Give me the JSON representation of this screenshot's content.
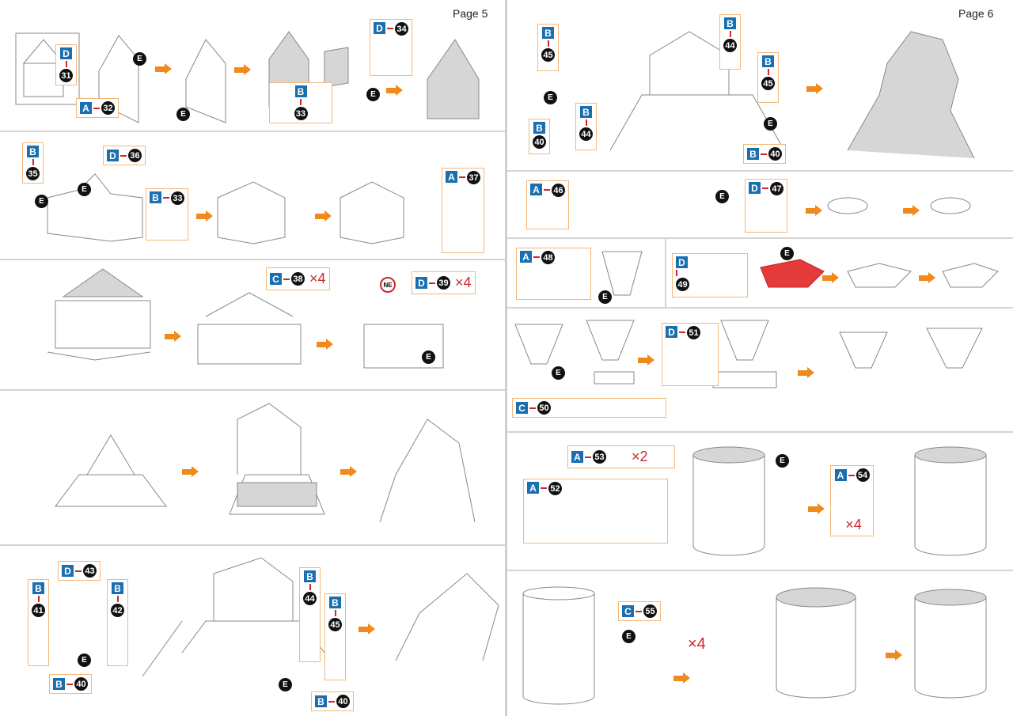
{
  "pages": [
    {
      "label": "Page 5"
    },
    {
      "label": "Page 6"
    }
  ],
  "callouts": {
    "c31": {
      "sheet": "D",
      "part": "31"
    },
    "c32": {
      "sheet": "A",
      "part": "32"
    },
    "c33a": {
      "sheet": "B",
      "part": "33"
    },
    "c34": {
      "sheet": "D",
      "part": "34"
    },
    "c35": {
      "sheet": "B",
      "part": "35"
    },
    "c36": {
      "sheet": "D",
      "part": "36"
    },
    "c33b": {
      "sheet": "B",
      "part": "33"
    },
    "c37": {
      "sheet": "A",
      "part": "37"
    },
    "c38": {
      "sheet": "C",
      "part": "38",
      "qty": "×4"
    },
    "c39": {
      "sheet": "D",
      "part": "39",
      "qty": "×4"
    },
    "c43": {
      "sheet": "D",
      "part": "43"
    },
    "c41": {
      "sheet": "B",
      "part": "41"
    },
    "c42": {
      "sheet": "B",
      "part": "42"
    },
    "c44a": {
      "sheet": "B",
      "part": "44"
    },
    "c45a": {
      "sheet": "B",
      "part": "45"
    },
    "c40a": {
      "sheet": "B",
      "part": "40"
    },
    "c40b": {
      "sheet": "B",
      "part": "40"
    },
    "c45b": {
      "sheet": "B",
      "part": "45"
    },
    "c44b": {
      "sheet": "B",
      "part": "44"
    },
    "c45c": {
      "sheet": "B",
      "part": "45"
    },
    "c40c": {
      "sheet": "B",
      "part": "40"
    },
    "c44c": {
      "sheet": "B",
      "part": "44"
    },
    "c40d": {
      "sheet": "B",
      "part": "40"
    },
    "c46": {
      "sheet": "A",
      "part": "46"
    },
    "c47": {
      "sheet": "D",
      "part": "47"
    },
    "c48": {
      "sheet": "A",
      "part": "48"
    },
    "c49": {
      "sheet": "D",
      "part": "49"
    },
    "c51": {
      "sheet": "D",
      "part": "51"
    },
    "c50": {
      "sheet": "C",
      "part": "50"
    },
    "c53": {
      "sheet": "A",
      "part": "53",
      "qty": "×2"
    },
    "c52": {
      "sheet": "A",
      "part": "52"
    },
    "c54": {
      "sheet": "A",
      "part": "54",
      "qty": "×4"
    },
    "c55": {
      "sheet": "C",
      "part": "55"
    }
  },
  "markers": {
    "e": "E",
    "ne": "NE",
    "qty55": "×4"
  }
}
